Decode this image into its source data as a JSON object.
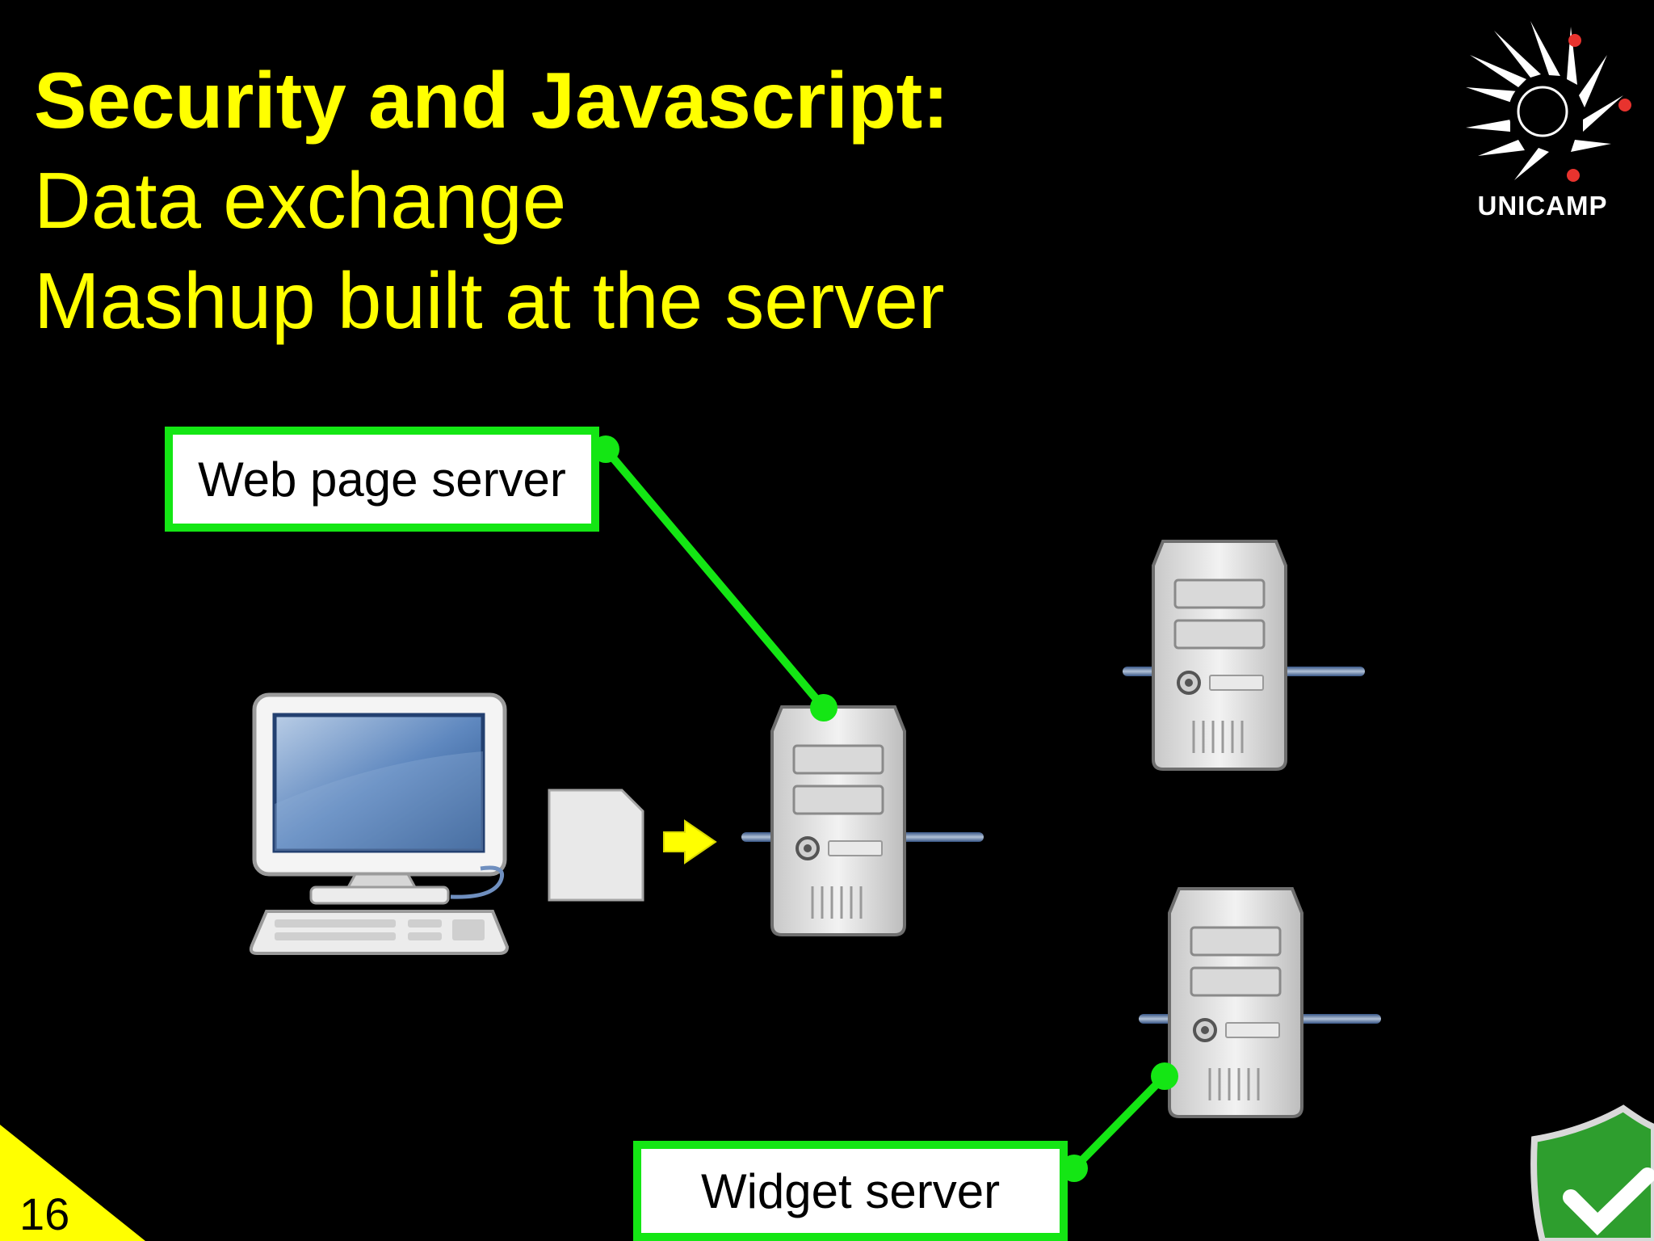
{
  "slide": {
    "title_line1": "Security and Javascript:",
    "title_line2": "Data exchange",
    "title_line3": "Mashup built at the server",
    "page_number": "16"
  },
  "logo": {
    "text": "UNICAMP"
  },
  "callouts": {
    "web_page_server": "Web page server",
    "widget_server": "Widget server"
  },
  "colors": {
    "title": "#ffff00",
    "callout_border": "#14e614",
    "background": "#000000",
    "arrow": "#ffff00",
    "logo_dots": "#e8332e",
    "shield": "#2e9e2e"
  },
  "icons": [
    "unicamp-logo-icon",
    "desktop-computer-icon",
    "document-icon",
    "right-arrow-icon",
    "server-icon",
    "shield-check-icon"
  ]
}
